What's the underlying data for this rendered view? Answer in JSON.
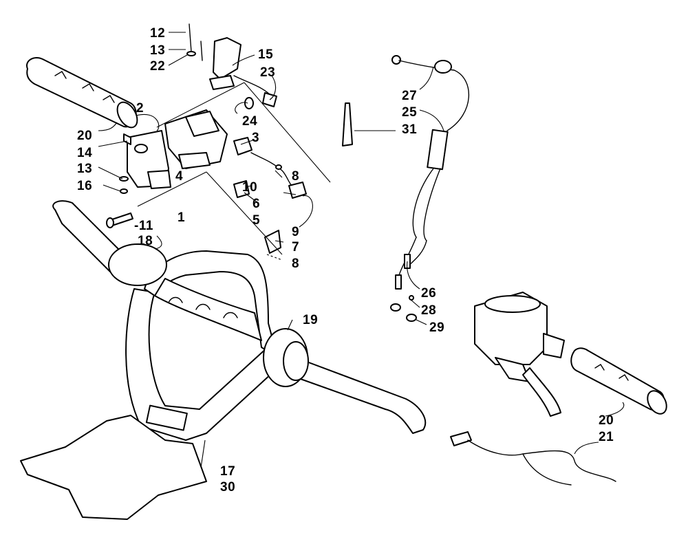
{
  "labels": {
    "p1": "1",
    "p2": "2",
    "p3": "3",
    "p4": "4",
    "p5": "5",
    "p6": "6",
    "p7": "7",
    "p8a": "8",
    "p8b": "8",
    "p9": "9",
    "p10": "10",
    "p11": "-11",
    "p12": "12",
    "p13a": "13",
    "p13b": "13",
    "p14": "14",
    "p15": "15",
    "p16": "16",
    "p17": "17",
    "p18": "18",
    "p19": "19",
    "p20a": "20",
    "p20b": "20",
    "p21": "21",
    "p22": "22",
    "p23": "23",
    "p24": "24",
    "p25": "25",
    "p26": "26",
    "p27": "27",
    "p28": "28",
    "p29": "29",
    "p30": "30",
    "p31": "31"
  },
  "colors": {
    "line": "#000000",
    "background": "#ffffff"
  }
}
